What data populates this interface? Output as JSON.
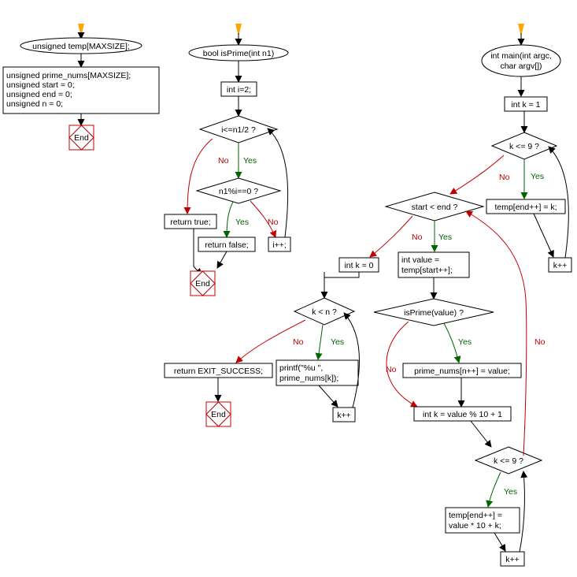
{
  "colors": {
    "yes": "#006400",
    "no": "#c00000",
    "entry_arrow": "#ffa500",
    "end_border": "#c00000"
  },
  "left": {
    "start": "unsigned temp[MAXSIZE];",
    "decls": [
      "unsigned prime_nums[MAXSIZE];",
      "unsigned start = 0;",
      "unsigned end = 0;",
      "unsigned n = 0;"
    ],
    "end": "End"
  },
  "isprime": {
    "start": "bool isPrime(int n1)",
    "init": "int i=2;",
    "cond_loop": "i<=n1/2 ?",
    "cond_mod": "n1%i==0 ?",
    "ret_true": "return true;",
    "ret_false": "return false;",
    "incr": "i++;",
    "end": "End",
    "yes": "Yes",
    "no": "No"
  },
  "main": {
    "start_line1": "int main(int argc,",
    "start_line2": "char argv[])",
    "init_k": "int k = 1",
    "cond_k1": "k <= 9 ?",
    "assign_temp1": "temp[end++] = k;",
    "incr_k1": "k++",
    "cond_start": "start < end ?",
    "value_line1": "int value =",
    "value_line2": "temp[start++];",
    "cond_isprime": "isPrime(value) ?",
    "prime_assign": "prime_nums[n++] = value;",
    "k_mod": "int k = value % 10 + 1",
    "cond_k2": "k <= 9 ?",
    "temp_line1": "temp[end++] =",
    "temp_line2": "value * 10 + k;",
    "incr_k2": "k++",
    "int_k0": "int k = 0",
    "cond_kn": "k < n ?",
    "ret_exit": "return EXIT_SUCCESS;",
    "printf_line1": "printf(\"%u \",",
    "printf_line2": "prime_nums[k]);",
    "incr_k3": "k++",
    "end": "End",
    "yes": "Yes",
    "no": "No"
  }
}
